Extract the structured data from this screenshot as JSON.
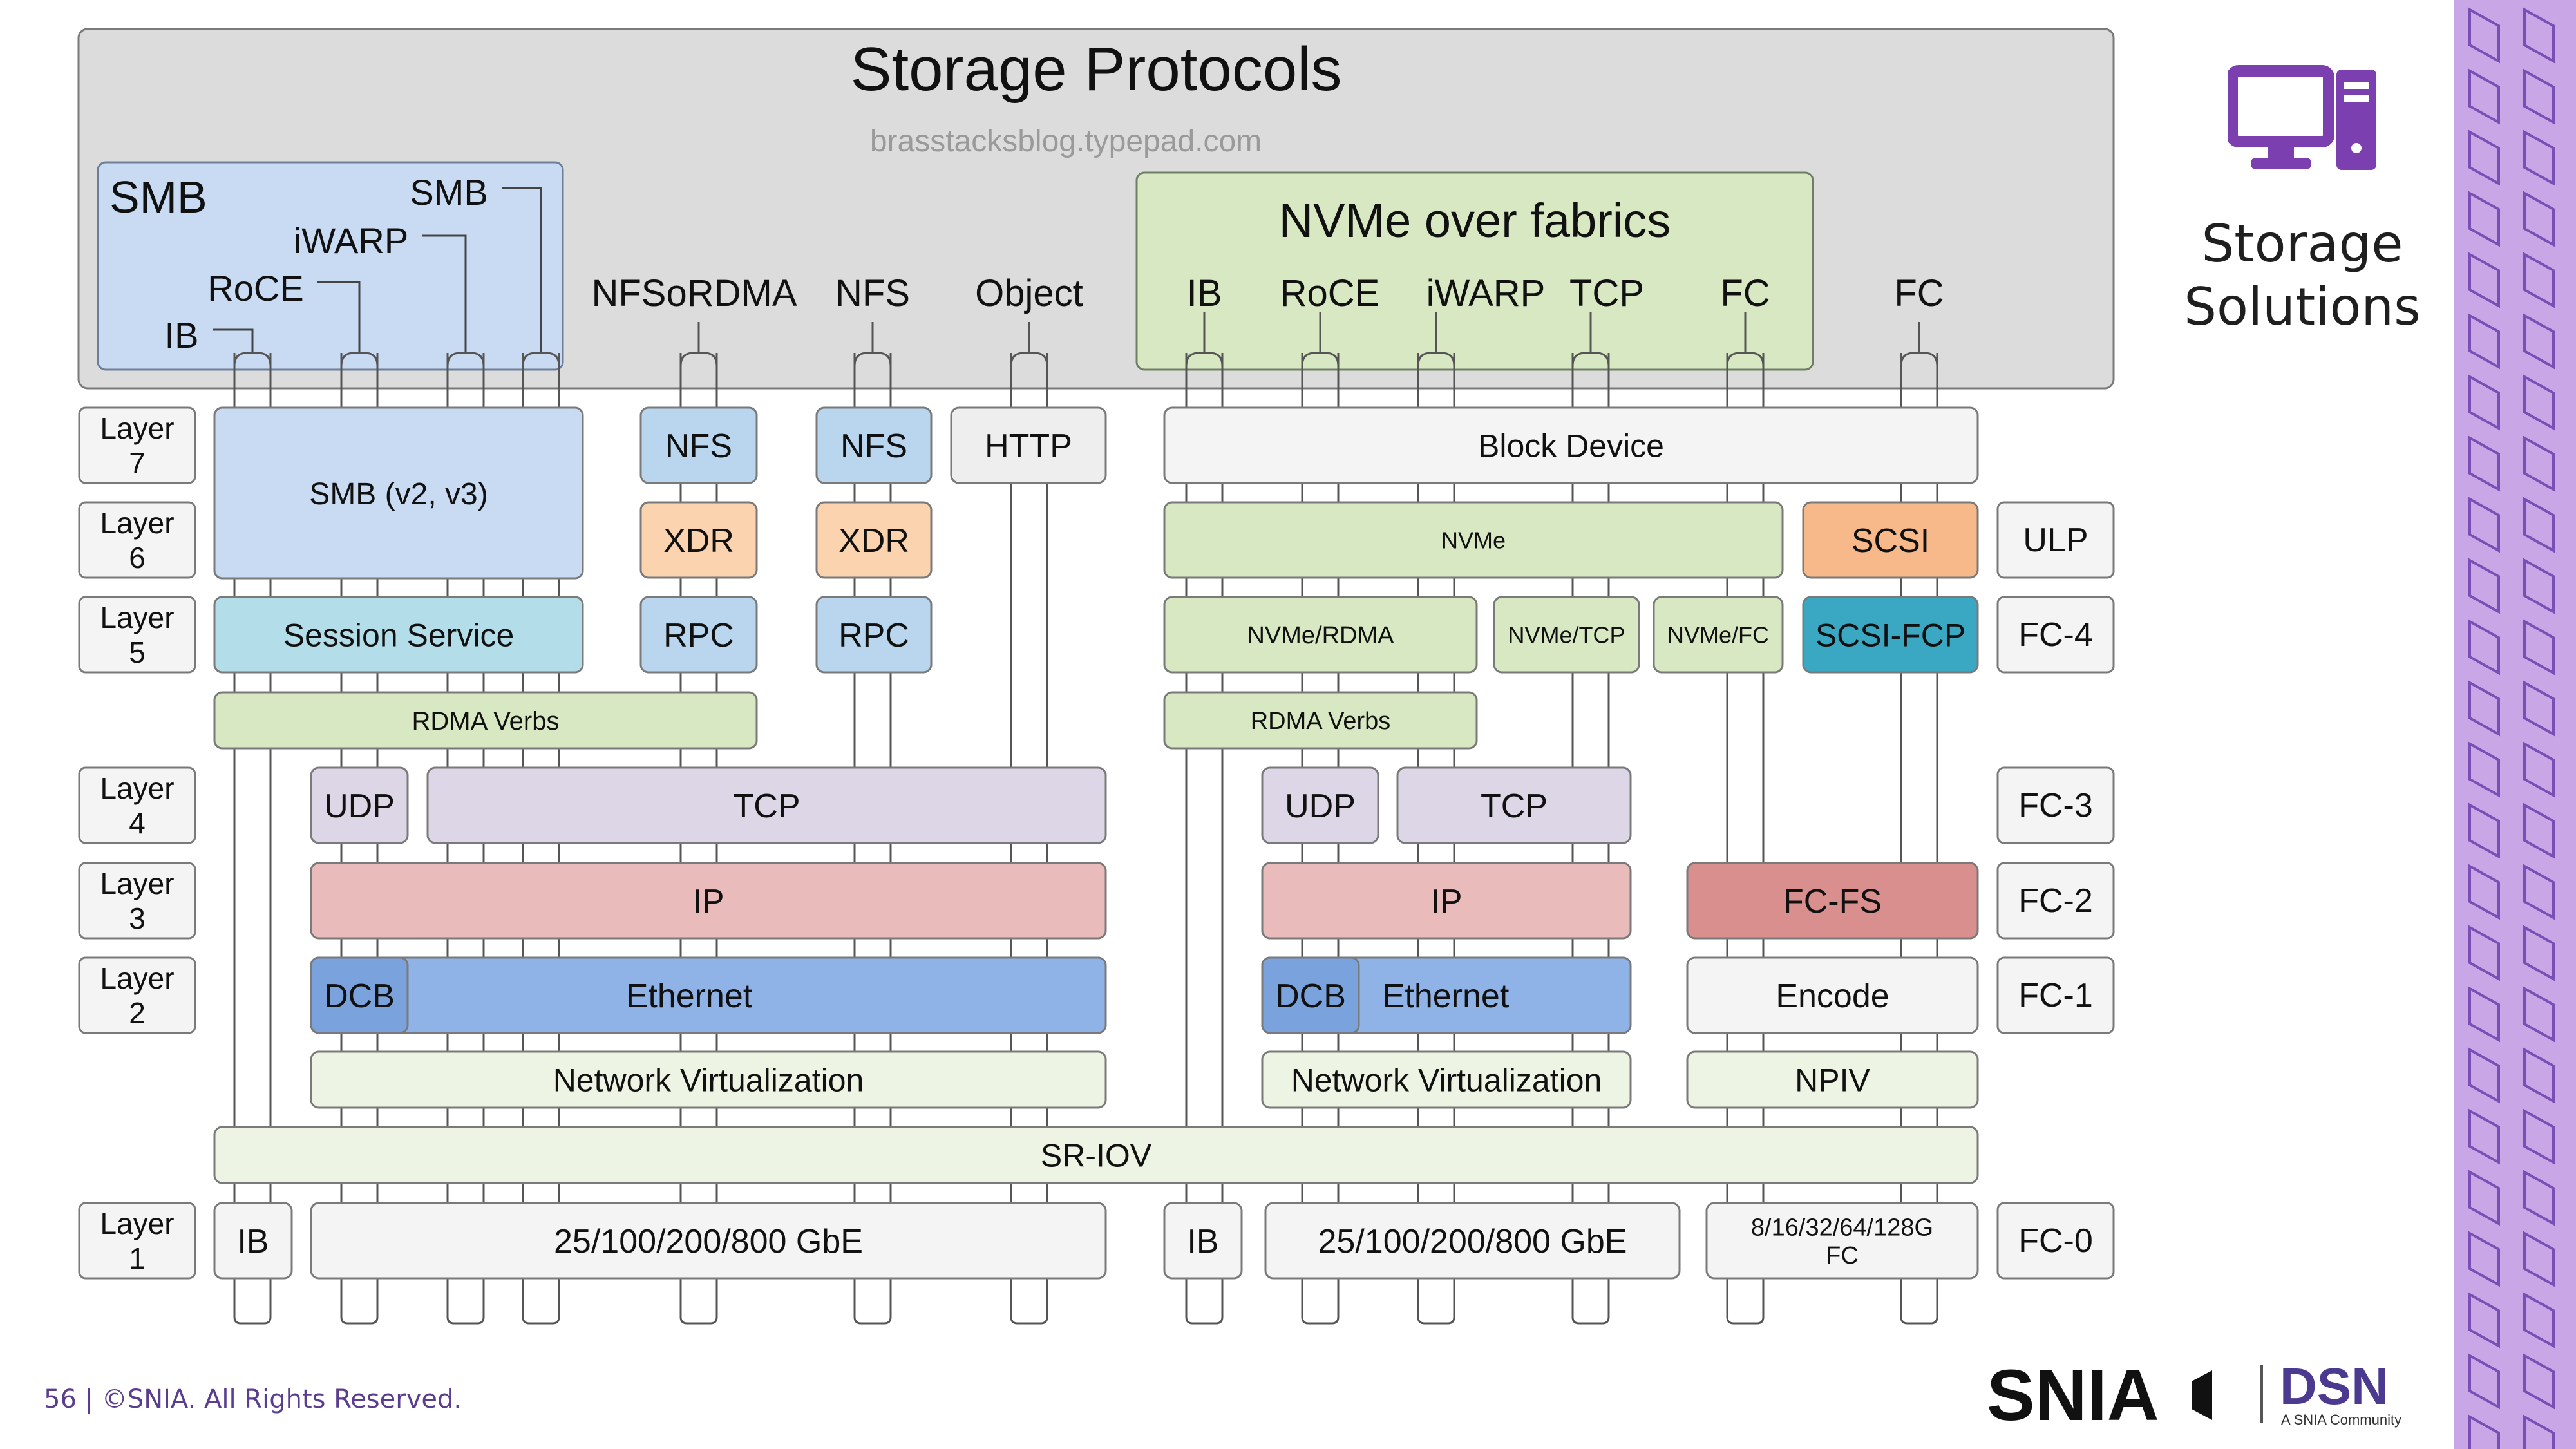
{
  "diagram": {
    "title": "Storage Protocols",
    "watermark": "brasstacksblog.typepad.com",
    "top_groups": {
      "smb_group": {
        "title": "SMB",
        "labels": [
          "SMB",
          "iWARP",
          "RoCE",
          "IB"
        ]
      },
      "nvmeof_group": {
        "title": "NVMe over fabrics",
        "labels": [
          "IB",
          "RoCE",
          "iWARP",
          "TCP",
          "FC"
        ]
      },
      "labels": [
        "NFSoRDMA",
        "NFS",
        "Object",
        "FC"
      ]
    },
    "layers": [
      {
        "l1": "Layer",
        "l2": "7"
      },
      {
        "l1": "Layer",
        "l2": "6"
      },
      {
        "l1": "Layer",
        "l2": "5"
      },
      {
        "l1": "Layer",
        "l2": "4"
      },
      {
        "l1": "Layer",
        "l2": "3"
      },
      {
        "l1": "Layer",
        "l2": "2"
      },
      {
        "l1": "Layer",
        "l2": "1"
      }
    ],
    "fc_levels": [
      "ULP",
      "FC-4",
      "FC-3",
      "FC-2",
      "FC-1",
      "FC-0"
    ],
    "boxes": {
      "smb_v2v3": "SMB (v2, v3)",
      "session_service": "Session Service",
      "rdma_verbs_left": "RDMA Verbs",
      "nfs_1": "NFS",
      "xdr_1": "XDR",
      "rpc_1": "RPC",
      "nfs_2": "NFS",
      "xdr_2": "XDR",
      "rpc_2": "RPC",
      "http": "HTTP",
      "udp_left": "UDP",
      "tcp_left": "TCP",
      "ip_left": "IP",
      "dcb_left": "DCB",
      "ethernet_left": "Ethernet",
      "netvirt_left": "Network Virtualization",
      "block_device": "Block Device",
      "nvme": "NVMe",
      "scsi": "SCSI",
      "nvme_rdma": "NVMe/RDMA",
      "nvme_tcp": "NVMe/TCP",
      "nvme_fc": "NVMe/FC",
      "scsi_fcp": "SCSI-FCP",
      "rdma_verbs_right": "RDMA Verbs",
      "udp_right": "UDP",
      "tcp_right": "TCP",
      "ip_right": "IP",
      "fc_fs": "FC-FS",
      "dcb_right": "DCB",
      "ethernet_right": "Ethernet",
      "encode": "Encode",
      "netvirt_right": "Network Virtualization",
      "npiv": "NPIV",
      "sr_iov": "SR-IOV",
      "ib_left": "IB",
      "gbe_left": "25/100/200/800 GbE",
      "ib_right": "IB",
      "gbe_right": "25/100/200/800 GbE",
      "fc_speeds_l1": "8/16/32/64/128G",
      "fc_speeds_l2": "FC"
    },
    "colors": {
      "smb_blue": "#c9daf3",
      "light_blue": "#b9d6ee",
      "session_cyan": "#b3dde8",
      "green": "#d8e8c3",
      "orange": "#fbd3ae",
      "lavender": "#dcd6e6",
      "pink": "#e9bbba",
      "fcfs_red": "#d98f8d",
      "ethernet_blue": "#8fb3e6",
      "dcb_blue": "#7aa2dd",
      "scsi_orange": "#f7b98a",
      "scsifcp_teal": "#3aa8c2",
      "neutral": "#eeeeee",
      "pale_green": "#eef4e3",
      "panel_gray": "#dcdcdc"
    }
  },
  "sidebar": {
    "title_l1": "Storage",
    "title_l2": "Solutions",
    "icon": "computer-icon",
    "icon_color": "#7b3fb0",
    "strip_color": "#c9a7e6"
  },
  "footer": {
    "text": "56 | ©SNIA. All Rights Reserved.",
    "logo_snia": "SNIA",
    "logo_dsn": "DSN",
    "logo_dsn_sub": "A SNIA Community"
  }
}
